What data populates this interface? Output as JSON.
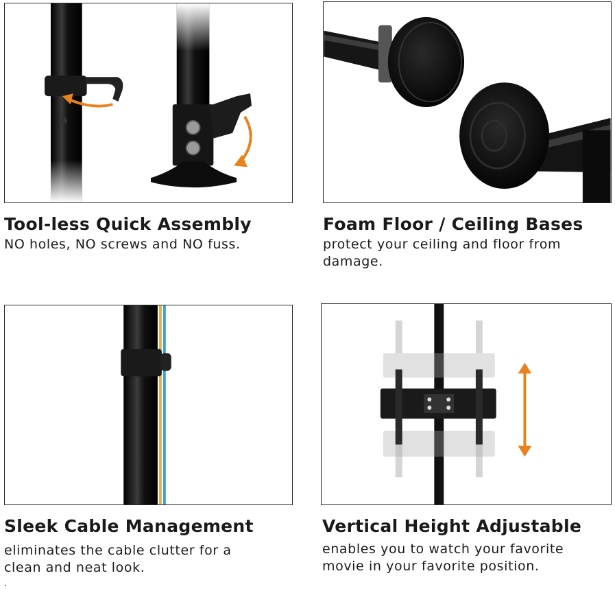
{
  "features": [
    {
      "title": "Tool-less Quick Assembly",
      "description": "NO holes, NO screws and NO fuss."
    },
    {
      "title": "Foam Floor / Ceiling Bases",
      "description": "protect your ceiling and floor from damage."
    },
    {
      "title": "Sleek Cable Management",
      "description": "eliminates the cable clutter for a clean and neat look."
    },
    {
      "title": "Vertical Height Adjustable",
      "description": "enables you to watch your favorite movie in your favorite position."
    }
  ],
  "trailing_mark": ".",
  "colors": {
    "accent_arrow": "#e8821e",
    "pole": "#111111",
    "cable_yellow": "#d9b64a",
    "cable_blue": "#3aa0d8",
    "border": "#2b2b2b"
  },
  "icons": [
    "assembly-arrow-icon",
    "height-adjust-arrow-icon"
  ]
}
